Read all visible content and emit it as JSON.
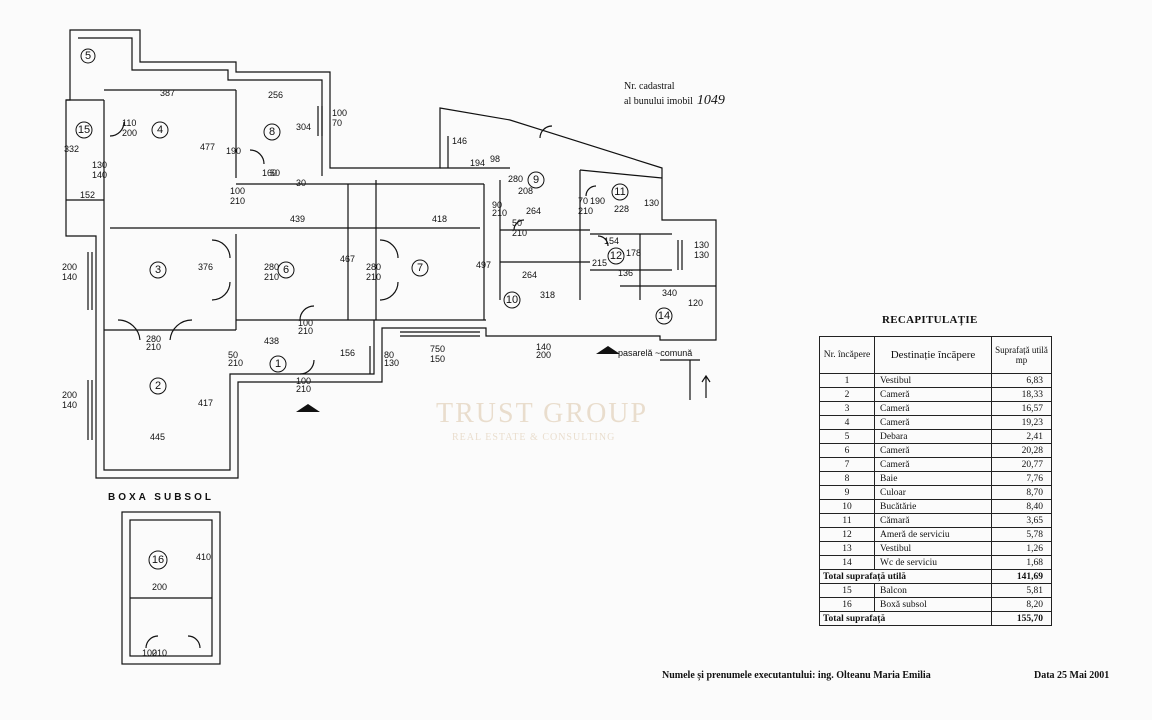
{
  "cadastral": {
    "label_line1": "Nr. cadastral",
    "label_line2": "al bunului imobil",
    "handwritten": "1049"
  },
  "recap": {
    "title": "RECAPITULAȚIE",
    "headers": {
      "nr": "Nr. încăpere",
      "dest": "Destinație încăpere",
      "area": "Suprafață utilă mp"
    },
    "rows": [
      {
        "nr": "1",
        "dest": "Vestibul",
        "area": "6,83"
      },
      {
        "nr": "2",
        "dest": "Cameră",
        "area": "18,33"
      },
      {
        "nr": "3",
        "dest": "Cameră",
        "area": "16,57"
      },
      {
        "nr": "4",
        "dest": "Cameră",
        "area": "19,23"
      },
      {
        "nr": "5",
        "dest": "Debara",
        "area": "2,41"
      },
      {
        "nr": "6",
        "dest": "Cameră",
        "area": "20,28"
      },
      {
        "nr": "7",
        "dest": "Cameră",
        "area": "20,77"
      },
      {
        "nr": "8",
        "dest": "Baie",
        "area": "7,76"
      },
      {
        "nr": "9",
        "dest": "Culoar",
        "area": "8,70"
      },
      {
        "nr": "10",
        "dest": "Bucătărie",
        "area": "8,40"
      },
      {
        "nr": "11",
        "dest": "Cămară",
        "area": "3,65"
      },
      {
        "nr": "12",
        "dest": "Ameră de serviciu",
        "area": "5,78"
      },
      {
        "nr": "13",
        "dest": "Vestibul",
        "area": "1,26"
      },
      {
        "nr": "14",
        "dest": "Wc de serviciu",
        "area": "1,68"
      }
    ],
    "total_util": {
      "label": "Total suprafață utilă",
      "area": "141,69"
    },
    "extra_rows": [
      {
        "nr": "15",
        "dest": "Balcon",
        "area": "5,81"
      },
      {
        "nr": "16",
        "dest": "Boxă subsol",
        "area": "8,20"
      }
    ],
    "total": {
      "label": "Total suprafață",
      "area": "155,70"
    }
  },
  "plan": {
    "room_numbers": [
      "1",
      "2",
      "3",
      "4",
      "5",
      "6",
      "7",
      "8",
      "9",
      "10",
      "11",
      "12",
      "14",
      "15",
      "16"
    ],
    "dimensions": [
      "387",
      "477",
      "256",
      "304",
      "100",
      "70",
      "110",
      "200",
      "332",
      "130",
      "140",
      "152",
      "100",
      "210",
      "190",
      "160",
      "50",
      "30",
      "439",
      "418",
      "497",
      "146",
      "194",
      "98",
      "280",
      "208",
      "50",
      "210",
      "264",
      "190",
      "228",
      "130",
      "70",
      "210",
      "280",
      "210",
      "467",
      "376",
      "280",
      "210",
      "154",
      "178",
      "136",
      "130",
      "130",
      "215",
      "264",
      "318",
      "340",
      "120",
      "100",
      "210",
      "438",
      "156",
      "80",
      "130",
      "750",
      "150",
      "140",
      "200",
      "50",
      "210",
      "200",
      "140",
      "200",
      "140",
      "417",
      "445",
      "280",
      "210",
      "100",
      "210",
      "90",
      "210",
      "410",
      "200",
      "100",
      "210"
    ],
    "pasarela": "pasarelă ~comună",
    "boxa_title": "BOXA  SUBSOL"
  },
  "watermark": {
    "main": "TRUST GROUP",
    "sub": "REAL ESTATE & CONSULTING"
  },
  "footer": {
    "engineer": "Numele și prenumele executantului: ing. Olteanu Maria Emilia",
    "date": "Data 25 Mai 2001"
  }
}
